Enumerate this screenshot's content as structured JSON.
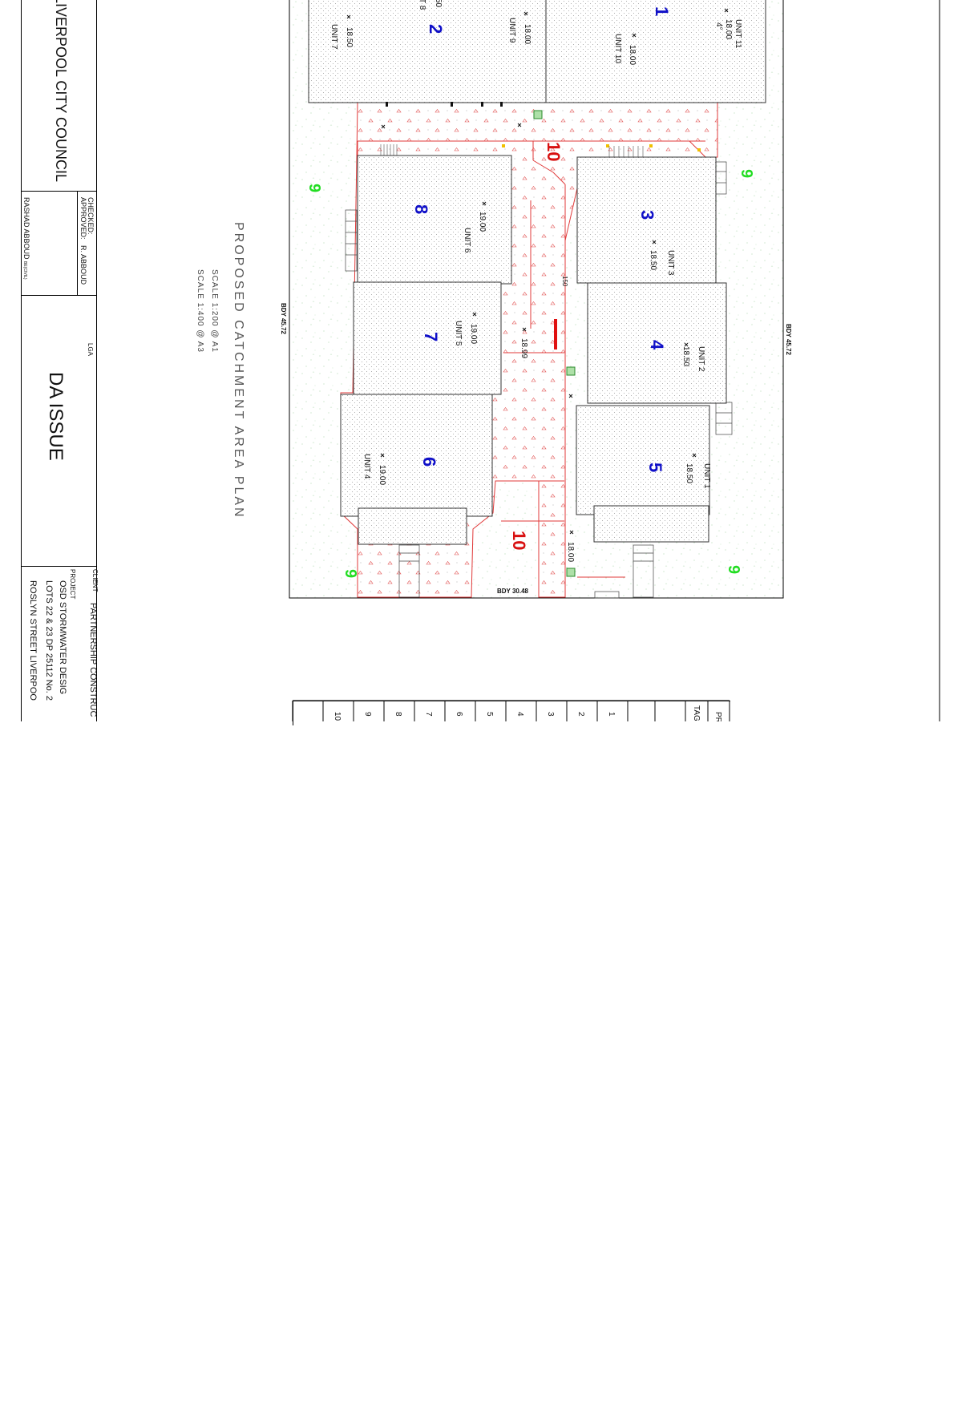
{
  "title_block": {
    "council": "LIVERPOOL CITY COUNCIL",
    "checked_label": "CHECKED:",
    "approved_label": "APPROVED:",
    "approved_value": "R. ABBOUD",
    "signatory": "RASHAD ABBOUD",
    "signatory_suffix": "BE(CIVIL)",
    "lga_label": "LGA",
    "issue": "DA ISSUE",
    "client_label": "CLIENT",
    "client_value": "PARTNERSHIP CONSTRUC",
    "project_label": "PROJECT",
    "project_line1": "OSD STORMWATER DESIG",
    "project_line2": "LOTS 22 & 23 DP 25112 No. 2",
    "project_line3": "ROSLYN STREET LIVERPOO"
  },
  "drawing_title": {
    "title": "PROPOSED CATCHMENT AREA PLAN",
    "scale1": "SCALE 1:200 @ A1",
    "scale2": "SCALE 1:400 @ A3"
  },
  "boundaries": {
    "left": "BDY 45.72",
    "right": "BDY 45.72",
    "bottom": "BDY 30.48"
  },
  "buildings": [
    {
      "number": "1",
      "unit": "UNIT 10",
      "level": "18.00"
    },
    {
      "number": "2",
      "unit": "UNIT 9",
      "level": "18.00"
    },
    {
      "number": "3",
      "unit": "UNIT 3",
      "level": "18.50"
    },
    {
      "number": "4",
      "unit": "UNIT 2",
      "level": "18.50"
    },
    {
      "number": "5",
      "unit": "UNIT 1",
      "level": "18.50"
    },
    {
      "number": "6",
      "unit": "UNIT 4",
      "level": "19.00"
    },
    {
      "number": "7",
      "unit": "UNIT 5",
      "level": "19.00"
    },
    {
      "number": "8",
      "unit": "UNIT 6",
      "level": "19.00"
    }
  ],
  "other_units": {
    "unit7": "UNIT 7",
    "unit7_level": "18.50",
    "unit11": "UNIT 11",
    "unit11_level": "18.00",
    "unit8_partial": "T 8",
    "partial_50": "50",
    "angle": "4°"
  },
  "zones": {
    "pervious": "9",
    "driveway": "10"
  },
  "spot_levels": {
    "driveway": "18.99",
    "bottom": "18.00",
    "pipe": "150"
  },
  "table_columns": [
    "PR",
    "TAG",
    "1",
    "2",
    "3",
    "4",
    "5",
    "6",
    "7",
    "8",
    "9",
    "10"
  ]
}
